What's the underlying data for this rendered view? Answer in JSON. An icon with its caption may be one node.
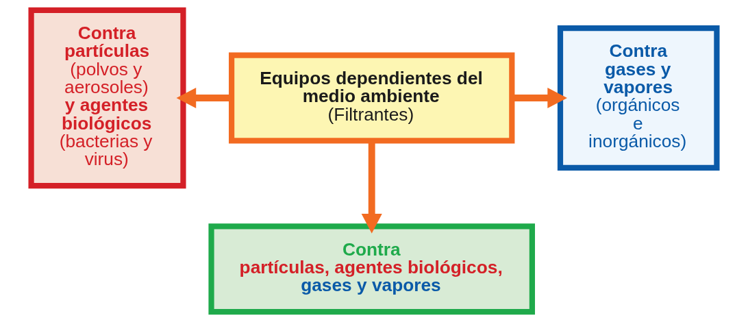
{
  "diagram": {
    "nodes": [
      {
        "text": [
          "Contra partículas",
          "(polvos y aerosoles)",
          "y agentes biológicos",
          "(bacterias y virus)"
        ]
      },
      {
        "text": [
          "Equipos dependientes del medio ambiente",
          "(Filtrantes)"
        ]
      },
      {
        "text": [
          "Contra gases y vapores",
          "(orgánicos e inorgánicos)"
        ]
      },
      {
        "text": [
          "Contra",
          "partículas, agentes biológicos,",
          "gases y vapores"
        ]
      }
    ],
    "edges": [
      {
        "from": 1,
        "to": 0,
        "arrow": "to"
      },
      {
        "from": 1,
        "to": 2,
        "arrow": "to"
      },
      {
        "from": 1,
        "to": 3,
        "arrow": "to"
      }
    ]
  }
}
